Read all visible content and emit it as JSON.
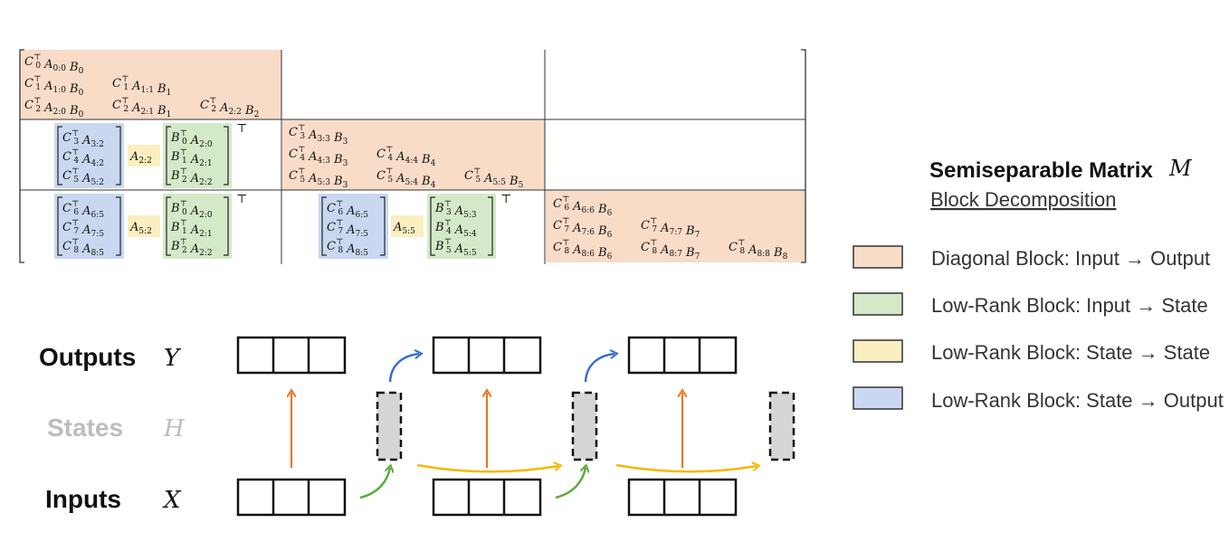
{
  "colors": {
    "diagonal": "#f8dcc8",
    "input_state": "#d4e9c8",
    "state_state": "#fbeec0",
    "state_output": "#c9d8f0",
    "orange_arrow": "#e87722",
    "green_arrow": "#5aab3a",
    "yellow_arrow": "#f5b800",
    "blue_arrow": "#3a6fc8",
    "state_fill": "#d6d6d6"
  },
  "title": {
    "name": "Semiseparable Matrix",
    "symbol": "M",
    "subtitle": "Block Decomposition"
  },
  "legend": [
    {
      "key": "diagonal",
      "label": "Diagonal Block: Input → Output"
    },
    {
      "key": "input_state",
      "label": "Low-Rank Block: Input → State"
    },
    {
      "key": "state_state",
      "label": "Low-Rank Block: State → State"
    },
    {
      "key": "state_output",
      "label": "Low-Rank Block: State → Output"
    }
  ],
  "rows": {
    "outputs": {
      "label": "Outputs",
      "symbol": "Y"
    },
    "states": {
      "label": "States",
      "symbol": "H"
    },
    "inputs": {
      "label": "Inputs",
      "symbol": "X"
    }
  },
  "matrix": {
    "diag_blocks": [
      [
        [
          "C_0^⊤ A_{0:0} B_0"
        ],
        [
          "C_1^⊤ A_{1:0} B_0",
          "C_1^⊤ A_{1:1} B_1"
        ],
        [
          "C_2^⊤ A_{2:0} B_0",
          "C_2^⊤ A_{2:1} B_1",
          "C_2^⊤ A_{2:2} B_2"
        ]
      ],
      [
        [
          "C_3^⊤ A_{3:3} B_3"
        ],
        [
          "C_4^⊤ A_{4:3} B_3",
          "C_4^⊤ A_{4:4} B_4"
        ],
        [
          "C_5^⊤ A_{5:3} B_3",
          "C_5^⊤ A_{5:4} B_4",
          "C_5^⊤ A_{5:5} B_5"
        ]
      ],
      [
        [
          "C_6^⊤ A_{6:6} B_6"
        ],
        [
          "C_7^⊤ A_{7:6} B_6",
          "C_7^⊤ A_{7:7} B_7"
        ],
        [
          "C_8^⊤ A_{8:6} B_6",
          "C_8^⊤ A_{8:7} B_7",
          "C_8^⊤ A_{8:8} B_8"
        ]
      ]
    ],
    "lowrank_blocks": [
      {
        "c": [
          "C_3^⊤ A_{3:2}",
          "C_4^⊤ A_{4:2}",
          "C_5^⊤ A_{5:2}"
        ],
        "a": "A_{2:2}",
        "b": [
          "B_0^⊤ A_{2:0}",
          "B_1^⊤ A_{2:1}",
          "B_2^⊤ A_{2:2}"
        ]
      },
      {
        "c": [
          "C_6^⊤ A_{6:5}",
          "C_7^⊤ A_{7:5}",
          "C_8^⊤ A_{8:5}"
        ],
        "a": "A_{5:2}",
        "b": [
          "B_0^⊤ A_{2:0}",
          "B_1^⊤ A_{2:1}",
          "B_2^⊤ A_{2:2}"
        ]
      },
      {
        "c": [
          "C_6^⊤ A_{6:5}",
          "C_7^⊤ A_{7:5}",
          "C_8^⊤ A_{8:5}"
        ],
        "a": "A_{5:5}",
        "b": [
          "B_3^⊤ A_{5:3}",
          "B_4^⊤ A_{5:4}",
          "B_5^⊤ A_{5:5}"
        ]
      }
    ],
    "transpose_mark": "⊤"
  }
}
